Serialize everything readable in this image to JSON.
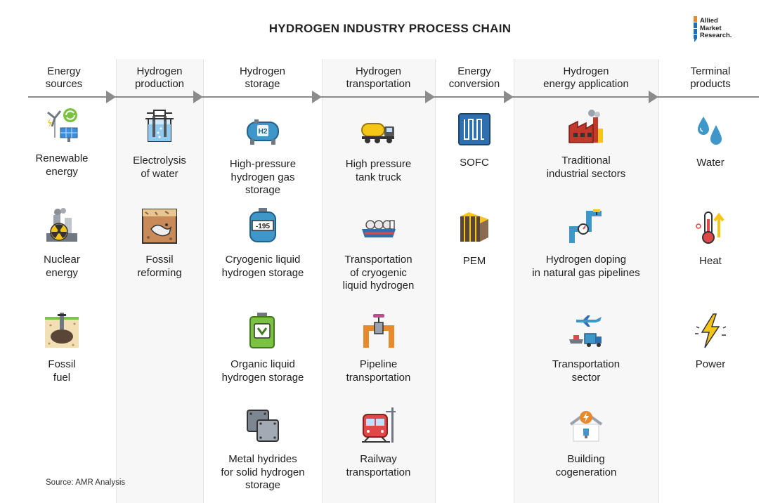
{
  "title": "HYDROGEN INDUSTRY PROCESS CHAIN",
  "logo": {
    "line1": "Allied",
    "line2": "Market",
    "line3": "Research."
  },
  "columns": [
    {
      "header_l1": "Energy",
      "header_l2": "sources",
      "items": [
        {
          "l1": "Renewable",
          "l2": "energy",
          "icon": "renewable-energy-icon"
        },
        {
          "l1": "Nuclear",
          "l2": "energy",
          "icon": "nuclear-energy-icon"
        },
        {
          "l1": "Fossil",
          "l2": "fuel",
          "icon": "fossil-fuel-icon"
        }
      ]
    },
    {
      "header_l1": "Hydrogen",
      "header_l2": "production",
      "items": [
        {
          "l1": "Electrolysis",
          "l2": "of water",
          "icon": "electrolysis-icon"
        },
        {
          "l1": "Fossil",
          "l2": "reforming",
          "icon": "fossil-reforming-icon"
        }
      ]
    },
    {
      "header_l1": "Hydrogen",
      "header_l2": "storage",
      "items": [
        {
          "l1": "High-pressure",
          "l2": "hydrogen gas",
          "l3": "storage",
          "icon": "h2-tank-icon",
          "tank": "H2"
        },
        {
          "l1": "Cryogenic liquid",
          "l2": "hydrogen storage",
          "icon": "cryogenic-tank-icon",
          "temp": "-195"
        },
        {
          "l1": "Organic liquid",
          "l2": "hydrogen storage",
          "icon": "organic-liquid-canister-icon"
        },
        {
          "l1": "Metal hydrides",
          "l2": "for solid hydrogen",
          "l3": "storage",
          "icon": "metal-plates-icon"
        }
      ]
    },
    {
      "header_l1": "Hydrogen",
      "header_l2": "transportation",
      "items": [
        {
          "l1": "High pressure",
          "l2": "tank truck",
          "icon": "tank-truck-icon"
        },
        {
          "l1": "Transportation",
          "l2": "of cryogenic",
          "l3": "liquid hydrogen",
          "icon": "lng-ship-icon"
        },
        {
          "l1": "Pipeline",
          "l2": "transportation",
          "icon": "pipeline-valve-icon"
        },
        {
          "l1": "Railway",
          "l2": "transportation",
          "icon": "train-icon"
        }
      ]
    },
    {
      "header_l1": "Energy",
      "header_l2": "conversion",
      "items": [
        {
          "l1": "SOFC",
          "icon": "sofc-icon"
        },
        {
          "l1": "PEM",
          "icon": "pem-icon"
        }
      ]
    },
    {
      "header_l1": "Hydrogen",
      "header_l2": "energy application",
      "items": [
        {
          "l1": "Traditional",
          "l2": "industrial sectors",
          "icon": "factory-icon"
        },
        {
          "l1": "Hydrogen doping",
          "l2": "in natural gas pipelines",
          "icon": "gas-pipeline-icon"
        },
        {
          "l1": "Transportation",
          "l2": "sector",
          "icon": "transport-sector-icon"
        },
        {
          "l1": "Building",
          "l2": "cogeneration",
          "icon": "building-energy-icon"
        }
      ]
    },
    {
      "header_l1": "Terminal",
      "header_l2": "products",
      "items": [
        {
          "l1": "Water",
          "icon": "water-drops-icon"
        },
        {
          "l1": "Heat",
          "icon": "thermometer-icon"
        },
        {
          "l1": "Power",
          "icon": "lightning-icon"
        }
      ]
    }
  ],
  "source": "Source: AMR Analysis"
}
